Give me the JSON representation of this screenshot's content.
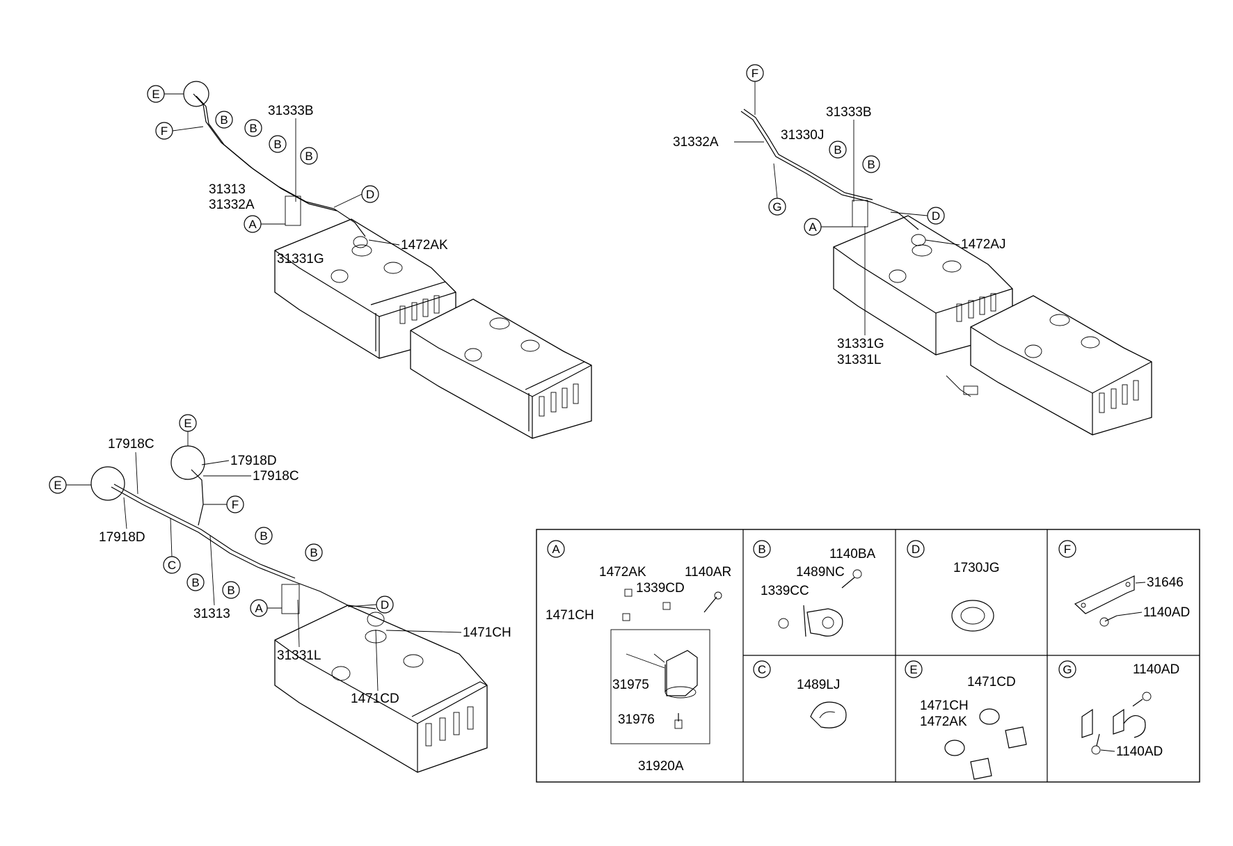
{
  "diagram_1": {
    "callouts": [
      "E",
      "F",
      "B",
      "B",
      "B",
      "B",
      "A",
      "D"
    ],
    "parts": [
      "31333B",
      "31313",
      "31332A",
      "31331G",
      "1472AK"
    ]
  },
  "diagram_2": {
    "callouts": [
      "F",
      "B",
      "B",
      "G",
      "A",
      "D"
    ],
    "parts": [
      "31333B",
      "31330J",
      "31332A",
      "1472AJ",
      "31331G",
      "31331L"
    ]
  },
  "diagram_3": {
    "callouts": [
      "E",
      "E",
      "F",
      "B",
      "B",
      "B",
      "B",
      "C",
      "A",
      "D"
    ],
    "parts": [
      "17918C",
      "17918D",
      "17918C",
      "17918D",
      "31313",
      "31331L",
      "1471CH",
      "1471CD"
    ]
  },
  "detail_table": {
    "cells": [
      {
        "letter": "A",
        "parts": [
          "1472AK",
          "1339CD",
          "1140AR",
          "1471CH",
          "31975",
          "31976",
          "31920A"
        ]
      },
      {
        "letter": "B",
        "parts": [
          "1140BA",
          "1489NC",
          "1339CC"
        ]
      },
      {
        "letter": "D",
        "parts": [
          "1730JG"
        ]
      },
      {
        "letter": "F",
        "parts": [
          "31646",
          "1140AD"
        ]
      },
      {
        "letter": "C",
        "parts": [
          "1489LJ"
        ]
      },
      {
        "letter": "E",
        "parts": [
          "1471CD",
          "1471CH",
          "1472AK"
        ]
      },
      {
        "letter": "G",
        "parts": [
          "1140AD",
          "1140AD"
        ]
      }
    ]
  }
}
